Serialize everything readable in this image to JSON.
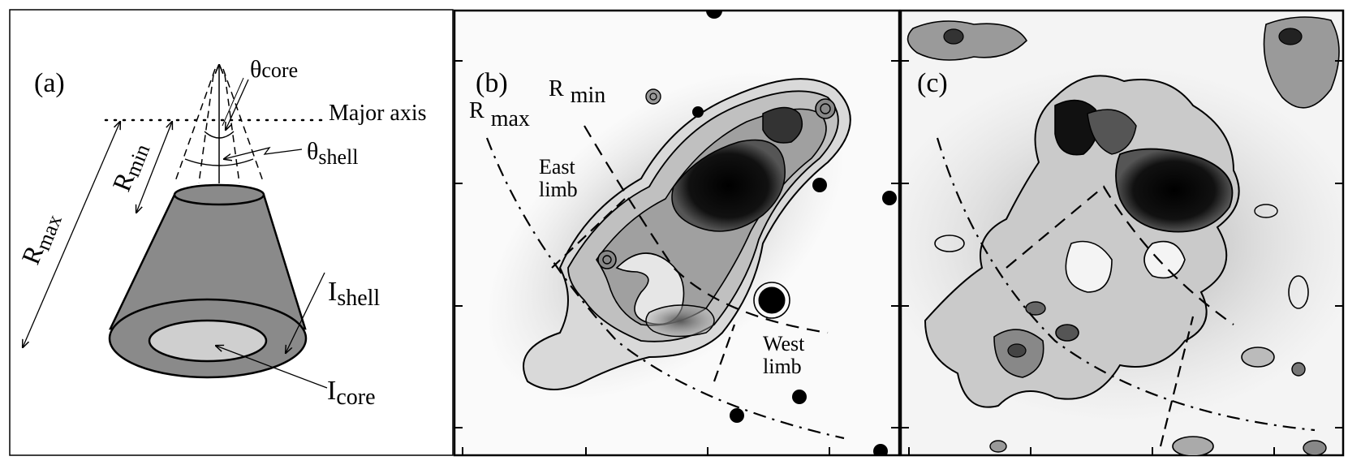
{
  "panel_a": {
    "label": "(a)",
    "theta_core": {
      "symbol": "θ",
      "sub": "core"
    },
    "theta_shell": {
      "symbol": "θ",
      "sub": "shell"
    },
    "major_axis": "Major axis",
    "r_max": {
      "symbol": "R",
      "sub": "max"
    },
    "r_min": {
      "symbol": "R",
      "sub": "min"
    },
    "i_shell": {
      "symbol": "I",
      "sub": "shell"
    },
    "i_core": {
      "symbol": "I",
      "sub": "core"
    },
    "colors": {
      "cone": "#8a8a8a",
      "core": "#cfcfcf",
      "line": "#000000"
    }
  },
  "panel_b": {
    "label": "(b)",
    "r_min": {
      "symbol": "R",
      "sub": "min"
    },
    "r_max": {
      "symbol": "R",
      "sub": "max"
    },
    "east_limb": [
      "East",
      "limb"
    ],
    "west_limb": [
      "West",
      "limb"
    ]
  },
  "panel_c": {
    "label": "(c)"
  }
}
